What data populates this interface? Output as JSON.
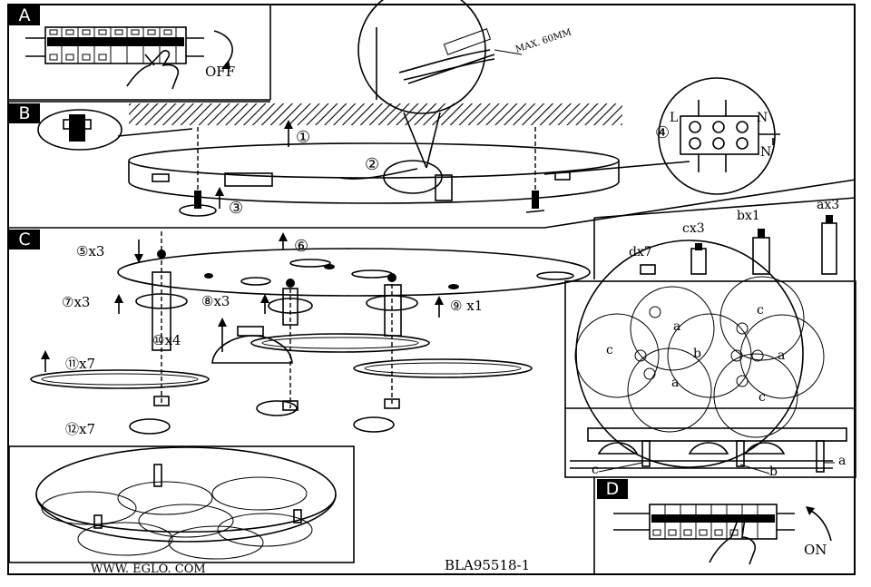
{
  "panels": {
    "a": {
      "label": "A",
      "state_text": "OFF"
    },
    "b": {
      "label": "B",
      "max_text": "MAX. 60MM",
      "n_top": "N",
      "n_bottom": "N",
      "l_label": "L"
    },
    "c": {
      "label": "C"
    },
    "d": {
      "label": "D",
      "state_text": "ON"
    }
  },
  "steps": {
    "s1": "①",
    "s2": "②",
    "s3": "③",
    "s4": "④",
    "s5": "⑤x3",
    "s6": "⑥",
    "s7": "⑦x3",
    "s8": "⑧x3",
    "s9": "⑨ x1",
    "s10": "⑩x4",
    "s11": "⑪x7",
    "s12": "⑫x7"
  },
  "parts": {
    "dx7": "dx7",
    "cx3": "cx3",
    "bx1": "bx1",
    "ax3": "ax3"
  },
  "layout_letters": [
    "a",
    "c",
    "c",
    "b",
    "a",
    "a",
    "c"
  ],
  "side_letters": {
    "a": "a",
    "b": "b",
    "c": "c"
  },
  "footer": {
    "website": "WWW. EGLO. COM",
    "code": "BLA95518-1"
  }
}
